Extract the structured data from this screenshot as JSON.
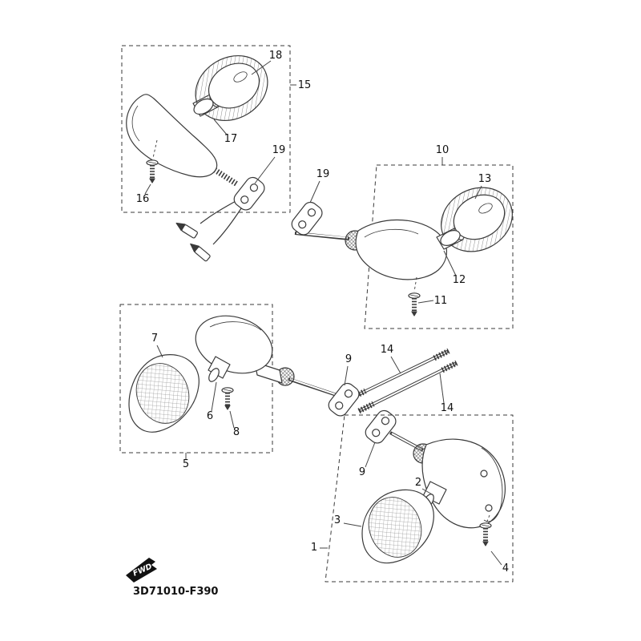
{
  "diagram": {
    "code": "3D71010-F390",
    "fwd_label": "FWD",
    "colors": {
      "ink": "#3a3a3a",
      "label": "#111111",
      "background": "#ffffff"
    },
    "callouts": [
      {
        "n": "18"
      },
      {
        "n": "15"
      },
      {
        "n": "17"
      },
      {
        "n": "16"
      },
      {
        "n": "19"
      },
      {
        "n": "19"
      },
      {
        "n": "10"
      },
      {
        "n": "13"
      },
      {
        "n": "12"
      },
      {
        "n": "11"
      },
      {
        "n": "7"
      },
      {
        "n": "6"
      },
      {
        "n": "8"
      },
      {
        "n": "5"
      },
      {
        "n": "9"
      },
      {
        "n": "14"
      },
      {
        "n": "14"
      },
      {
        "n": "9"
      },
      {
        "n": "2"
      },
      {
        "n": "3"
      },
      {
        "n": "1"
      },
      {
        "n": "4"
      }
    ]
  }
}
